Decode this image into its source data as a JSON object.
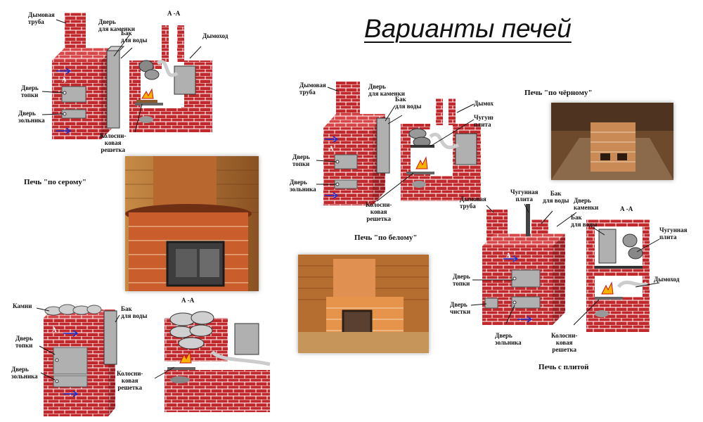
{
  "title": "Варианты печей",
  "common": {
    "section_label": "А -А",
    "section_marker": "А"
  },
  "gray_stove": {
    "caption": "Печь \"по серому\"",
    "labels": {
      "chimney_pipe": "Дымовая\nтруба",
      "stone_door": "Дверь\nдля каменки",
      "water_tank": "Бак\nдля воды",
      "flue": "Дымоход",
      "firebox_door": "Дверь\nтопки",
      "ash_door": "Дверь\nзольника",
      "grate": "Колосни-\nковая\nрешетка"
    }
  },
  "black_stove": {
    "caption": "Печь \"по чёрному\""
  },
  "white_stove": {
    "caption": "Печь \"по белому\"",
    "labels": {
      "chimney_pipe": "Дымовая\nтруба",
      "stone_door": "Дверь\nдля каменки",
      "water_tank": "Бак\nдля воды",
      "flue": "Дымоход",
      "cast_iron_plate": "Чугунная\nплита",
      "firebox_door": "Дверь\nтопки",
      "ash_door": "Дверь\nзольника",
      "grate": "Колосни-\nковая\nрешетка"
    }
  },
  "stones_stove": {
    "labels": {
      "stones": "Камни",
      "water_tank": "Бак\nдля воды",
      "firebox_door": "Дверь\nтопки",
      "ash_door": "Дверь\nзольника",
      "grate": "Колосни-\nковая\nрешетка"
    }
  },
  "plate_stove": {
    "caption": "Печь с плитой",
    "labels": {
      "chimney_pipe": "Дымовая\nтруба",
      "cast_iron_plate": "Чугунная\nплита",
      "water_tank": "Бак\nдля воды",
      "stone_door": "Дверь\nкаменки",
      "water_tank_section": "Бак\nдля воды",
      "cast_iron_plate_section": "Чугунная\nплита",
      "flue": "Дымоход",
      "firebox_door": "Дверь\nтопки",
      "cleaning_door": "Дверь\nчистки",
      "ash_door": "Дверь\nзольника",
      "grate": "Колосни-\nковая\nрешетка"
    }
  },
  "colors": {
    "brick": "#c0282c",
    "mortar": "#ffffff",
    "door": "#b0b0b0",
    "wood": "#b4702c"
  }
}
